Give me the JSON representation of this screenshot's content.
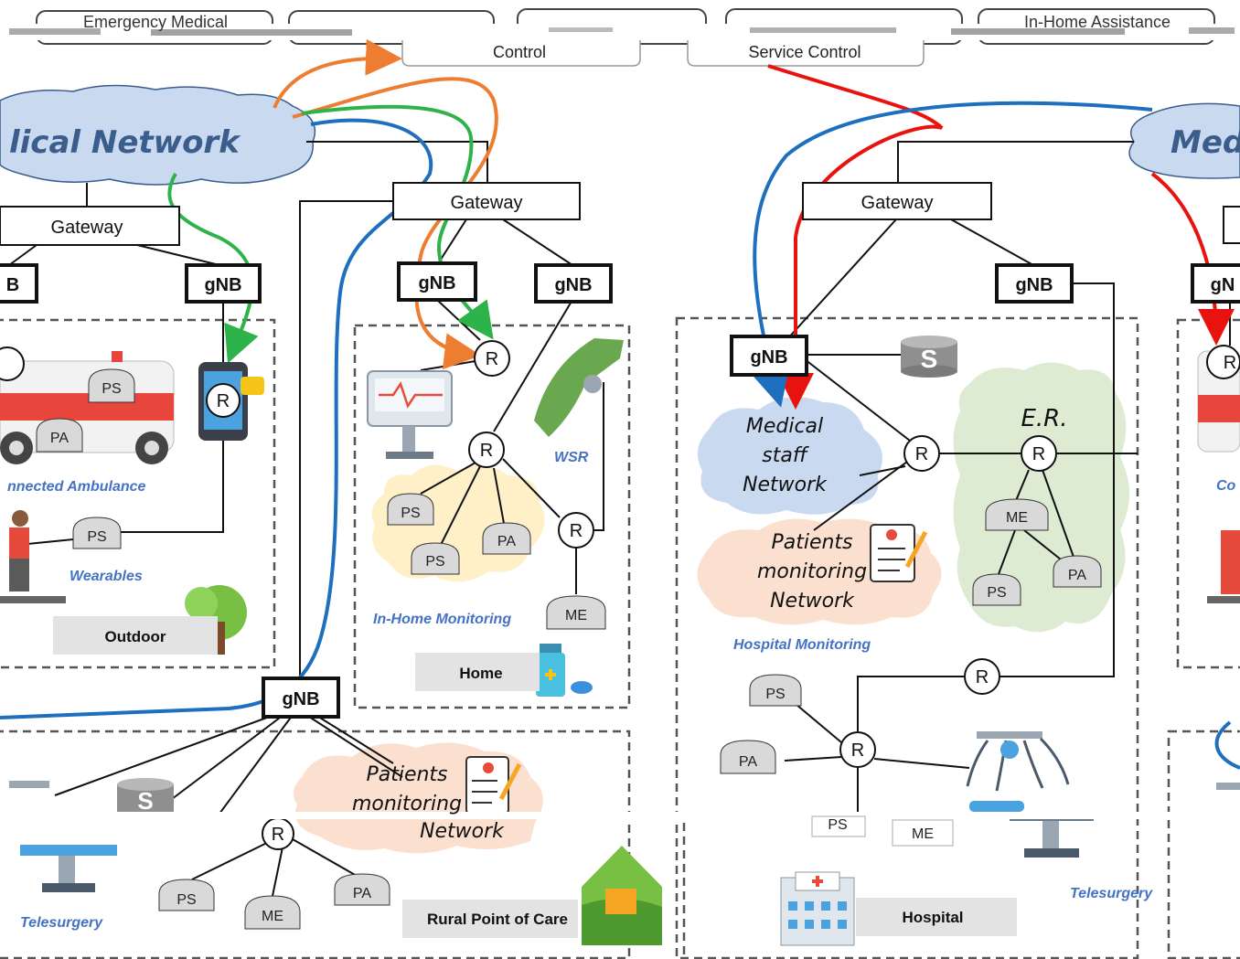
{
  "top_boxes": {
    "emergency": "Emergency Medical",
    "home_assist": "In-Home Assistance",
    "control": "Control",
    "service_control": "Service Control"
  },
  "clouds": {
    "medical_network_left": "lical Network",
    "medical_network_right": "Med",
    "medical_staff": [
      "Medical",
      "staff",
      "Network"
    ],
    "patients_monitoring_hospital": [
      "Patients",
      "monitoring",
      "Network"
    ],
    "patients_monitoring_rural": [
      "Patients",
      "monitoring",
      "Network"
    ],
    "er": "E.R."
  },
  "nodes": {
    "gateway": "Gateway",
    "gnb": "gNB",
    "gnb_cut": "B",
    "gnb_cut_right": "gN",
    "router": "R",
    "ps": "PS",
    "pa": "PA",
    "me": "ME",
    "storage": "S"
  },
  "areas": {
    "connected_ambulance": "nnected Ambulance",
    "wearables": "Wearables",
    "outdoor": "Outdoor",
    "wsr": "WSR",
    "in_home_monitoring": "In-Home Monitoring",
    "home": "Home",
    "hospital_monitoring": "Hospital Monitoring",
    "telesurgery_left": "Telesurgery",
    "telesurgery_right": "Telesurgery",
    "rural_point_of_care": "Rural Point of Care",
    "hospital": "Hospital",
    "co_cut": "Co"
  },
  "colors": {
    "orange": "#ed7d31",
    "green": "#2db34a",
    "blue": "#1f6fbf",
    "red": "#e8130f",
    "cloud_blue": "#c9daf0",
    "cloud_peach": "#fbe0d0",
    "cloud_yellow": "#fff0c8",
    "cloud_green": "#dcebd2",
    "box_gray": "#e3e3e3",
    "device_gray": "#d9d9d9"
  }
}
